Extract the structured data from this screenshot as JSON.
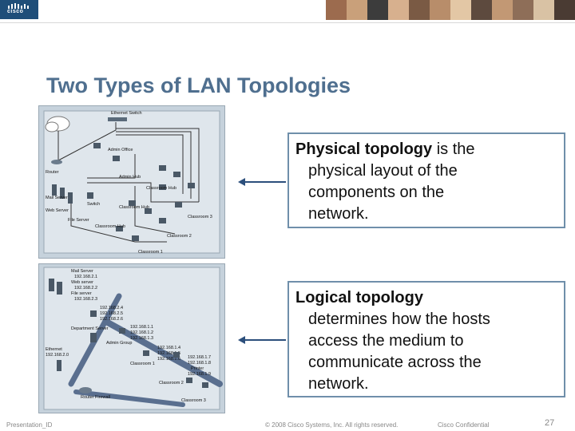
{
  "header": {
    "logo_text": "cisco",
    "photo_colors": [
      "#9c6b4e",
      "#c9a07a",
      "#3c3c3c",
      "#d7b08e",
      "#7a5a44",
      "#b88d6a",
      "#e3c7a5",
      "#5d4a3e",
      "#c29874",
      "#8e6e58",
      "#d9c2a4",
      "#4a3b33"
    ]
  },
  "slide": {
    "title": "Two Types of LAN Topologies"
  },
  "physical_figure": {
    "labels": {
      "switch": "Ethernet Switch",
      "router": "Router",
      "admin_office": "Admin Office",
      "admin_hub": "Admin Hub",
      "classroom_hub_a": "Classroom Hub",
      "classroom_hub_b": "Classroom Hub",
      "classroom_hub_c": "Classroom Hub",
      "switch2": "Switch",
      "mail_server": "Mail Server",
      "web_server": "Web Server",
      "file_server": "File Server",
      "classroom3": "Classroom 3",
      "classroom2": "Classroom 2",
      "classroom1": "Classroom 1"
    }
  },
  "logical_figure": {
    "labels": {
      "mail": "Mail Server",
      "mail_ip": "192.168.2.1",
      "web": "Web server",
      "web_ip": "192.168.2.2",
      "file": "File server",
      "file_ip": "192.168.2.3",
      "ip_group1": "192.168.2.4",
      "ip_group1b": "192.168.2.5",
      "ip_group1c": "192.168.2.6",
      "dept_server": "Department Server",
      "admin_group": "Admin Group",
      "ip_admin1": "192.168.1.1",
      "ip_admin2": "192.168.1.2",
      "ip_admin3": "192.168.1.3",
      "ip_c1a": "192.168.1.4",
      "ip_c1b": "192.168.1.5",
      "ip_c1c": "192.168.1.6",
      "classroom1": "Classroom 1",
      "ip_c2a": "192.168.1.7",
      "ip_c2b": "192.168.1.8",
      "printer": "Printer",
      "ip_printer": "192.168.1.9",
      "classroom2": "Classroom 2",
      "classroom3": "Classroom 3",
      "ethernet": "Ethernet",
      "ethernet_ip": "192.168.2.0",
      "router_fw": "Router Firewall"
    }
  },
  "callouts": {
    "physical": {
      "keyword": "Physical topology",
      "rest_first": " is the",
      "lines": [
        "physical layout of the",
        "components on the",
        "network."
      ]
    },
    "logical": {
      "keyword": "Logical topology",
      "lines": [
        "determines how the hosts",
        "access the medium to",
        "communicate across the",
        "network."
      ]
    }
  },
  "footer": {
    "left": "Presentation_ID",
    "center": "© 2008 Cisco Systems, Inc. All rights reserved.",
    "confidential": "Cisco Confidential",
    "page": "27"
  }
}
